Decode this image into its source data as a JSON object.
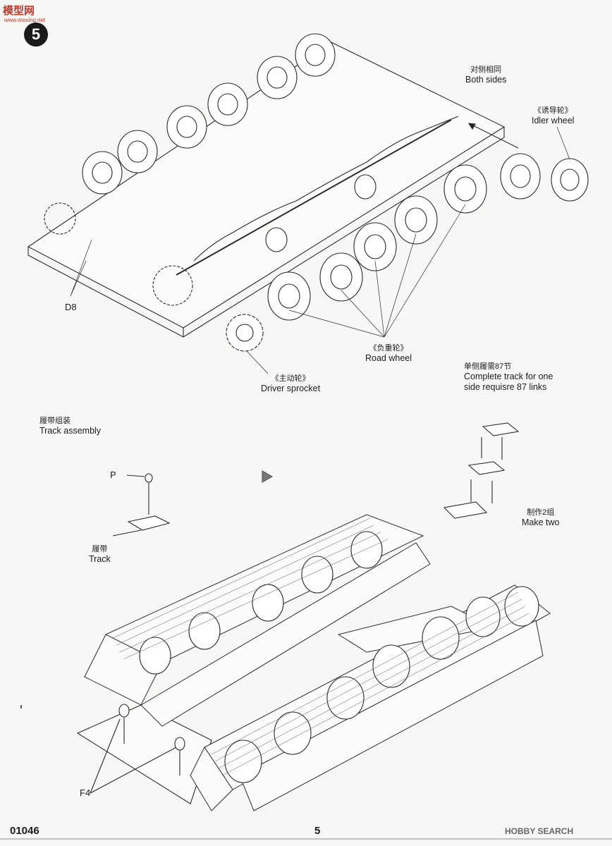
{
  "header": {
    "logo_text": "模型网",
    "logo_sub": "www.moxing.net",
    "step_number": "5"
  },
  "labels": {
    "both_sides_zh": "对侧相同",
    "both_sides_en": "Both sides",
    "idler_zh": "《诱导轮》",
    "idler_en": "Idler wheel",
    "road_zh": "《负重轮》",
    "road_en": "Road wheel",
    "driver_zh": "《主动轮》",
    "driver_en": "Driver sprocket",
    "d8": "D8",
    "complete_zh": "单侧履需87节",
    "complete_en_1": "Complete track for one",
    "complete_en_2": "side requisre 87 links",
    "track_assembly_zh": "履带组装",
    "track_assembly_en": "Track assembly",
    "p": "P",
    "track_zh": "履带",
    "track_en": "Track",
    "make_two_zh": "制作2组",
    "make_two_en": "Make two",
    "f4": "F4"
  },
  "footer": {
    "code": "01046",
    "page": "5",
    "watermark": "HOBBY SEARCH"
  }
}
